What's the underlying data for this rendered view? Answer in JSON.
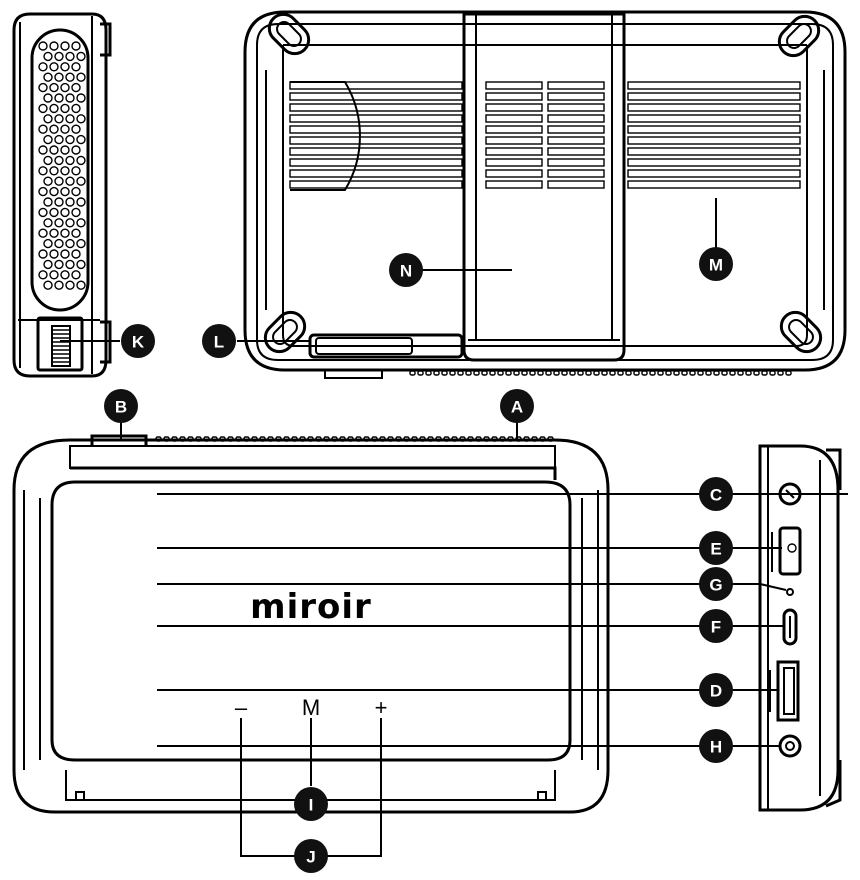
{
  "diagram": {
    "brand": "miroir",
    "button_labels": {
      "minus": "–",
      "mode": "M",
      "plus": "+"
    },
    "callouts": [
      {
        "id": "A",
        "letter": "A"
      },
      {
        "id": "B",
        "letter": "B"
      },
      {
        "id": "C",
        "letter": "C"
      },
      {
        "id": "D",
        "letter": "D"
      },
      {
        "id": "E",
        "letter": "E"
      },
      {
        "id": "F",
        "letter": "F"
      },
      {
        "id": "G",
        "letter": "G"
      },
      {
        "id": "H",
        "letter": "H"
      },
      {
        "id": "I",
        "letter": "I"
      },
      {
        "id": "J",
        "letter": "J"
      },
      {
        "id": "K",
        "letter": "K"
      },
      {
        "id": "L",
        "letter": "L"
      },
      {
        "id": "M",
        "letter": "M"
      },
      {
        "id": "N",
        "letter": "N"
      }
    ],
    "colors": {
      "line": "#000000",
      "badge": "#111111",
      "background": "#ffffff"
    }
  }
}
